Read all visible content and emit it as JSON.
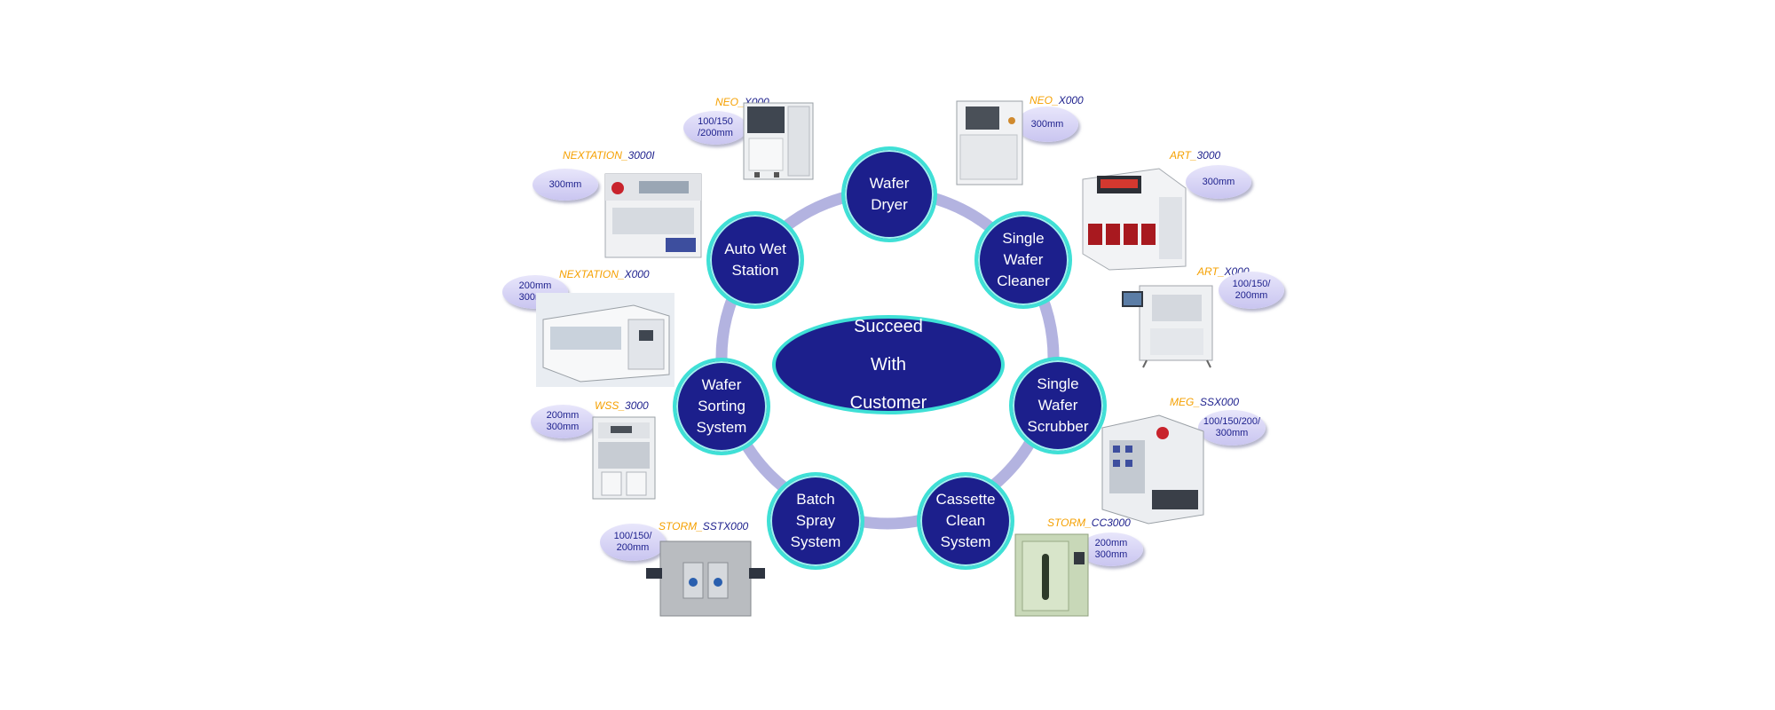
{
  "diagram": {
    "center_lines": [
      "Succeed",
      "With",
      "Customer"
    ],
    "nodes": [
      {
        "id": "wafer-dryer",
        "lines": [
          "Wafer",
          "Dryer"
        ]
      },
      {
        "id": "single-wafer-cleaner",
        "lines": [
          "Single",
          "Wafer",
          "Cleaner"
        ]
      },
      {
        "id": "single-wafer-scrubber",
        "lines": [
          "Single",
          "Wafer",
          "Scrubber"
        ]
      },
      {
        "id": "cassette-clean-system",
        "lines": [
          "Cassette",
          "Clean",
          "System"
        ]
      },
      {
        "id": "batch-spray-system",
        "lines": [
          "Batch",
          "Spray",
          "System"
        ]
      },
      {
        "id": "wafer-sorting-system",
        "lines": [
          "Wafer",
          "Sorting",
          "System"
        ]
      },
      {
        "id": "auto-wet-station",
        "lines": [
          "Auto Wet",
          "Station"
        ]
      }
    ],
    "products": [
      {
        "id": "neo-x000-left",
        "series": "NEO_",
        "code": "X000",
        "sizes": [
          "100/150",
          "/200mm"
        ]
      },
      {
        "id": "neo-x000-right",
        "series": "NEO_",
        "code": "X000",
        "sizes": [
          "300mm"
        ]
      },
      {
        "id": "nextation-3000i",
        "series": "NEXTATION_",
        "code": "3000I",
        "sizes": [
          "300mm"
        ]
      },
      {
        "id": "art-3000",
        "series": "ART_",
        "code": "3000",
        "sizes": [
          "300mm"
        ]
      },
      {
        "id": "nextation-x000",
        "series": "NEXTATION_",
        "code": "X000",
        "sizes": [
          "200mm",
          "300mm"
        ]
      },
      {
        "id": "art-x000",
        "series": "ART_",
        "code": "X000",
        "sizes": [
          "100/150/",
          "200mm"
        ]
      },
      {
        "id": "wss-3000",
        "series": "WSS_",
        "code": "3000",
        "sizes": [
          "200mm",
          "300mm"
        ]
      },
      {
        "id": "meg-ssx000",
        "series": "MEG_",
        "code": "SSX000",
        "sizes": [
          "100/150/200/",
          "300mm"
        ]
      },
      {
        "id": "storm-sstx000",
        "series": "STORM_",
        "code": "SSTX000",
        "sizes": [
          "100/150/",
          "200mm"
        ]
      },
      {
        "id": "storm-cc3000",
        "series": "STORM_",
        "code": "CC3000",
        "sizes": [
          "200mm",
          "300mm"
        ]
      }
    ],
    "colors": {
      "node_fill": "#1c1f8c",
      "node_border": "#3fe0d6",
      "ring": "#b3b3e0",
      "series_text": "#f5a000",
      "code_text": "#1c1f8c",
      "badge_fill": "#dcd9f6"
    }
  }
}
